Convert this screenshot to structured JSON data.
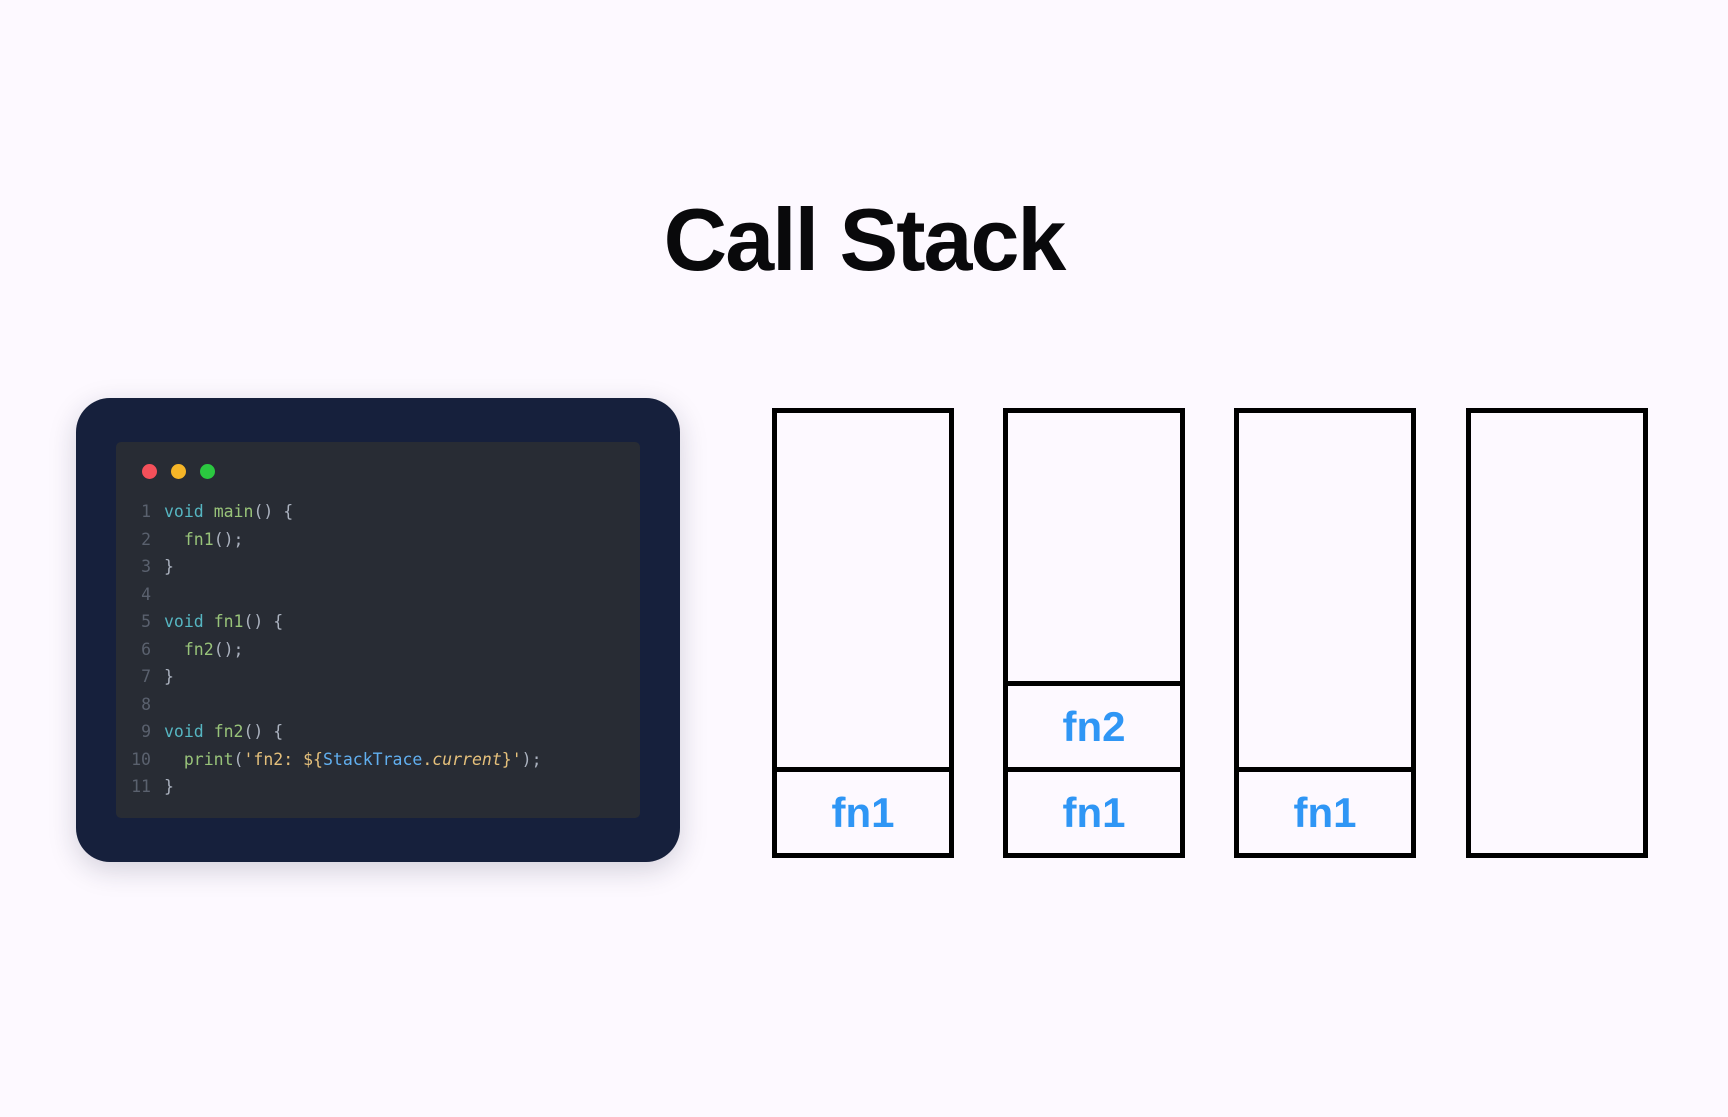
{
  "page": {
    "title": "Call Stack",
    "background_color": "#fdf9ff"
  },
  "colors": {
    "title": "#09090b",
    "frame_label": "#2f96f5",
    "frame_border": "#000000",
    "card_outer": "#16203c",
    "code_panel": "#282c34",
    "dot_red": "#f4505a",
    "dot_yellow": "#f5b527",
    "dot_green": "#2bc840",
    "syntax_keyword": "#56b6c2",
    "syntax_function": "#98c379",
    "syntax_punct": "#abb2bf",
    "syntax_string": "#e5c07b",
    "syntax_class": "#61afef",
    "syntax_linenumber": "#5a616e"
  },
  "code_card": {
    "window_dots": [
      {
        "name": "close-dot",
        "color": "#f4505a"
      },
      {
        "name": "minimize-dot",
        "color": "#f5b527"
      },
      {
        "name": "maximize-dot",
        "color": "#2bc840"
      }
    ],
    "language": "dart",
    "lines": [
      {
        "number": "1",
        "tokens": [
          {
            "t": "void",
            "c": "t-kw"
          },
          {
            "t": " ",
            "c": "t-punct"
          },
          {
            "t": "main",
            "c": "t-fn"
          },
          {
            "t": "() {",
            "c": "t-punct"
          }
        ]
      },
      {
        "number": "2",
        "tokens": [
          {
            "t": "  ",
            "c": "t-punct"
          },
          {
            "t": "fn1",
            "c": "t-fn"
          },
          {
            "t": "();",
            "c": "t-punct"
          }
        ]
      },
      {
        "number": "3",
        "tokens": [
          {
            "t": "}",
            "c": "t-punct"
          }
        ]
      },
      {
        "number": "4",
        "tokens": [
          {
            "t": "",
            "c": "t-punct"
          }
        ]
      },
      {
        "number": "5",
        "tokens": [
          {
            "t": "void",
            "c": "t-kw"
          },
          {
            "t": " ",
            "c": "t-punct"
          },
          {
            "t": "fn1",
            "c": "t-fn"
          },
          {
            "t": "() {",
            "c": "t-punct"
          }
        ]
      },
      {
        "number": "6",
        "tokens": [
          {
            "t": "  ",
            "c": "t-punct"
          },
          {
            "t": "fn2",
            "c": "t-fn"
          },
          {
            "t": "();",
            "c": "t-punct"
          }
        ]
      },
      {
        "number": "7",
        "tokens": [
          {
            "t": "}",
            "c": "t-punct"
          }
        ]
      },
      {
        "number": "8",
        "tokens": [
          {
            "t": "",
            "c": "t-punct"
          }
        ]
      },
      {
        "number": "9",
        "tokens": [
          {
            "t": "void",
            "c": "t-kw"
          },
          {
            "t": " ",
            "c": "t-punct"
          },
          {
            "t": "fn2",
            "c": "t-fn"
          },
          {
            "t": "() {",
            "c": "t-punct"
          }
        ]
      },
      {
        "number": "10",
        "tokens": [
          {
            "t": "  ",
            "c": "t-punct"
          },
          {
            "t": "print",
            "c": "t-fn"
          },
          {
            "t": "(",
            "c": "t-punct"
          },
          {
            "t": "'fn2: ",
            "c": "t-str"
          },
          {
            "t": "${",
            "c": "t-interp"
          },
          {
            "t": "StackTrace",
            "c": "t-class"
          },
          {
            "t": ".",
            "c": "t-str"
          },
          {
            "t": "current",
            "c": "t-prop"
          },
          {
            "t": "}",
            "c": "t-interp"
          },
          {
            "t": "'",
            "c": "t-str"
          },
          {
            "t": ");",
            "c": "t-punct"
          }
        ]
      },
      {
        "number": "11",
        "tokens": [
          {
            "t": "}",
            "c": "t-punct"
          }
        ]
      }
    ],
    "plain_source": "void main() {\n  fn1();\n}\n\nvoid fn1() {\n  fn2();\n}\n\nvoid fn2() {\n  print('fn2: ${StackTrace.current}');\n}"
  },
  "stack_diagram": {
    "description": "Four snapshots of the call stack over time, frames grow from the bottom",
    "columns": [
      {
        "index": 0,
        "frames": [
          "fn1"
        ]
      },
      {
        "index": 1,
        "frames": [
          "fn2",
          "fn1"
        ]
      },
      {
        "index": 2,
        "frames": [
          "fn1"
        ]
      },
      {
        "index": 3,
        "frames": []
      }
    ]
  }
}
